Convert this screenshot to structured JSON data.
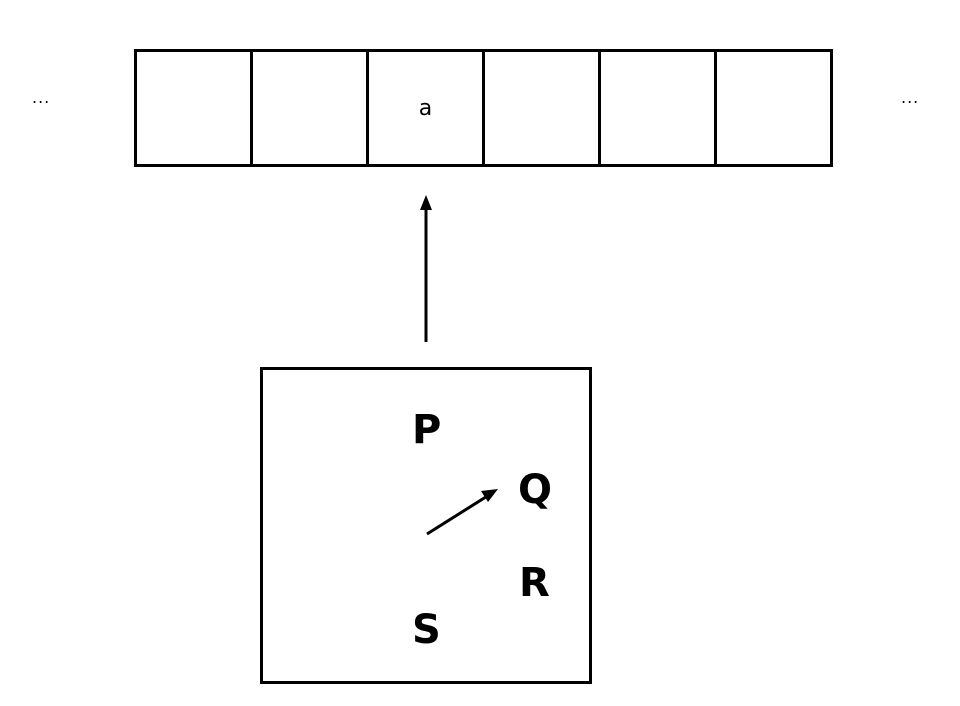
{
  "tape": {
    "cells": [
      "",
      "",
      "a",
      "",
      "",
      ""
    ],
    "ellipsis_left": "...",
    "ellipsis_right": "..."
  },
  "machine": {
    "states": {
      "p": "P",
      "q": "Q",
      "r": "R",
      "s": "S"
    }
  },
  "icons": {
    "head_arrow": "up-arrow-icon",
    "state_pointer": "diagonal-arrow-icon"
  },
  "colors": {
    "stroke": "#000000",
    "background": "#ffffff"
  }
}
